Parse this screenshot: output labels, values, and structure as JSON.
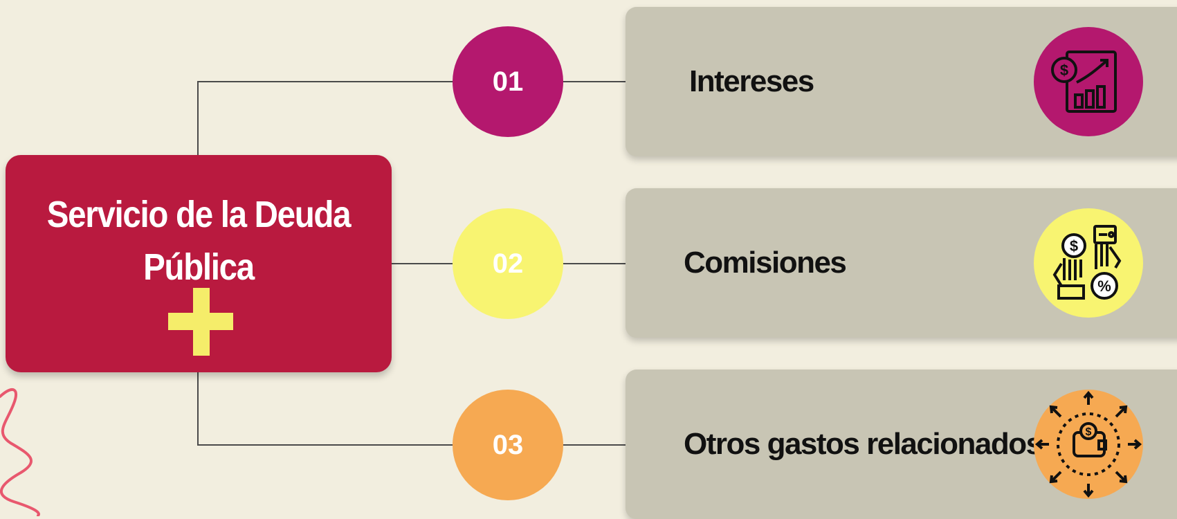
{
  "root": {
    "title_line1": "Servicio de la Deuda",
    "title_line2": "Pública",
    "color": "#b91a3f",
    "accent_color": "#f5ed6a"
  },
  "items": [
    {
      "number": "01",
      "label": "Intereses",
      "color": "#b4186e",
      "icon": "financial-report-icon"
    },
    {
      "number": "02",
      "label": "Comisiones",
      "color": "#f8f471",
      "icon": "commission-exchange-icon"
    },
    {
      "number": "03",
      "label": "Otros gastos relacionados",
      "color": "#f6a952",
      "icon": "wallet-expenses-icon"
    }
  ],
  "colors": {
    "background": "#f2eedf",
    "card": "#c8c5b4",
    "connector": "#4a4a4a",
    "decoration": "#e8586e"
  }
}
